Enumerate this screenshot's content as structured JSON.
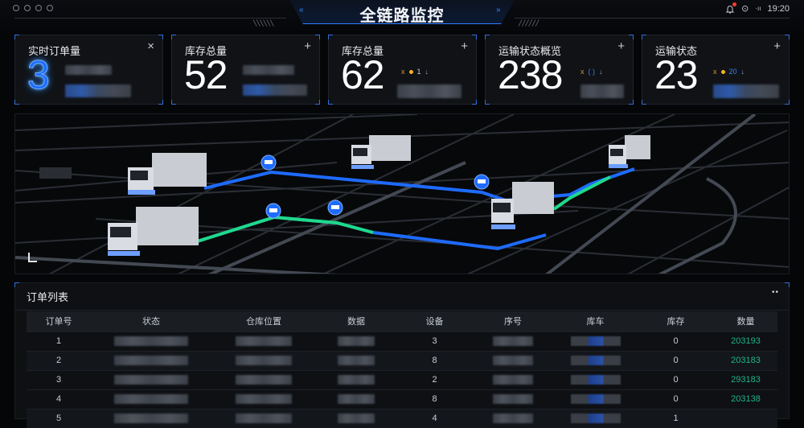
{
  "header": {
    "title": "全链路监控",
    "time": "19:20",
    "window_controls": [
      "circle",
      "circle",
      "circle",
      "circle"
    ],
    "icons": [
      "bell-icon",
      "shield-icon",
      "signal-icon"
    ]
  },
  "cards": [
    {
      "label": "实时订单量",
      "value": "3",
      "action": "×",
      "trend": null
    },
    {
      "label": "库存总量",
      "value": "52",
      "action": "+",
      "trend": null
    },
    {
      "label": "库存总量",
      "value": "62",
      "action": "+",
      "trend": {
        "marker": "x",
        "value": "1",
        "arrow": "↓"
      }
    },
    {
      "label": "运输状态概览",
      "value": "238",
      "action": "+",
      "trend": {
        "marker": "x",
        "value": "( )",
        "arrow": "↓"
      }
    },
    {
      "label": "运输状态",
      "value": "23",
      "action": "+",
      "trend": {
        "marker": "x",
        "value": "20",
        "arrow": "↓"
      }
    }
  ],
  "map": {
    "trucks": 5,
    "route_colors": {
      "primary": "#1e6bff",
      "secondary": "#1fd98a"
    }
  },
  "table": {
    "title": "订单列表",
    "menu": "••",
    "columns": [
      "订单号",
      "状态",
      "仓库位置",
      "数据",
      "设备",
      "序号",
      "库车",
      "库存",
      "数量"
    ],
    "rows": [
      {
        "id": "1",
        "device": "3",
        "stock": "0",
        "qty": "203193"
      },
      {
        "id": "2",
        "device": "8",
        "stock": "0",
        "qty": "203183"
      },
      {
        "id": "3",
        "device": "2",
        "stock": "0",
        "qty": "293183"
      },
      {
        "id": "4",
        "device": "8",
        "stock": "0",
        "qty": "203138"
      },
      {
        "id": "5",
        "device": "4",
        "stock": "1",
        "qty": ""
      }
    ]
  },
  "colors": {
    "accent": "#2f6fd8",
    "highlight": "#1d6cff",
    "qty": "#1fb38a",
    "warn": "#f5b320"
  }
}
